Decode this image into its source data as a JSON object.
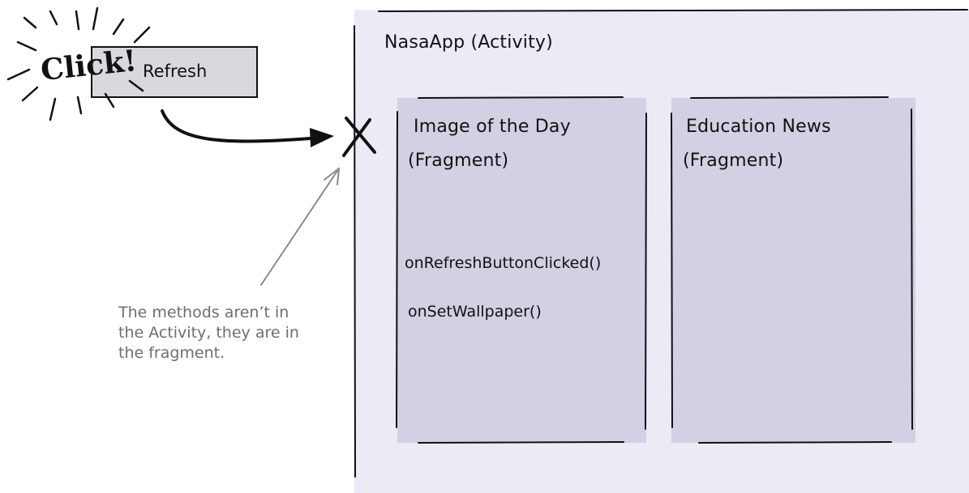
{
  "activity": {
    "title": "NasaApp (Activity)"
  },
  "fragments": [
    {
      "title_line1": "Image of the Day",
      "title_line2": "(Fragment)",
      "methods": [
        "onRefreshButtonClicked()",
        "onSetWallpaper()"
      ]
    },
    {
      "title_line1": "Education News",
      "title_line2": "(Fragment)"
    }
  ],
  "button": {
    "label": "Refresh",
    "burst": "Click!"
  },
  "annotation": "The methods aren’t in the Activity, they are in the fragment.",
  "colors": {
    "activity_bg": "#eceaf5",
    "fragment_bg": "#d4cfe3",
    "button_bg": "#d8d9dc",
    "note_text": "#6e6e6e"
  }
}
